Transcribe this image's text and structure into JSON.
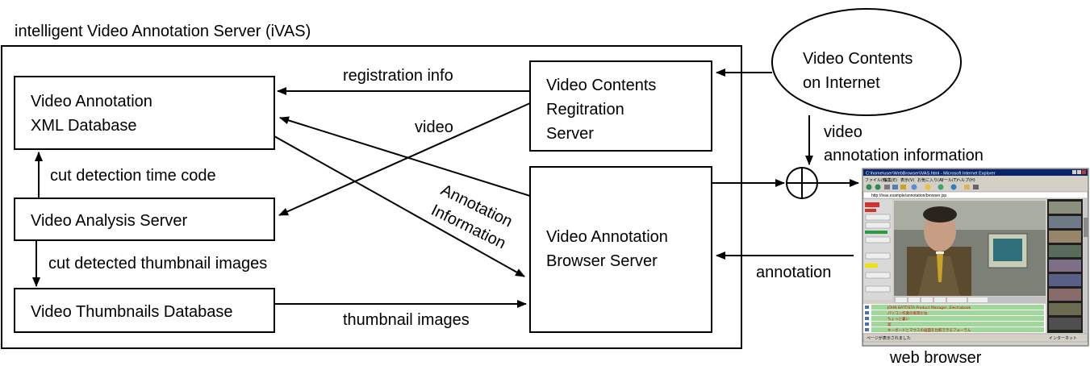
{
  "title": "intelligent Video Annotation Server (iVAS)",
  "boxes": {
    "xml_db": [
      "Video Annotation",
      "XML Database"
    ],
    "registration": [
      "Video Contents",
      "Regitration",
      "Server"
    ],
    "analysis": [
      "Video Analysis Server"
    ],
    "browser_server": [
      "Video Annotation",
      "Browser Server"
    ],
    "thumbnails_db": [
      "Video Thumbnails Database"
    ],
    "internet": [
      "Video Contents",
      "on Internet"
    ]
  },
  "edge_labels": {
    "registration_info": "registration info",
    "video": "video",
    "cut_detection": "cut detection time code",
    "cut_thumbnails": "cut detected thumbnail images",
    "annotation_info": [
      "Annotation",
      "Information"
    ],
    "thumbnail_images": "thumbnail images",
    "internet_video": [
      "video",
      "annotation information"
    ],
    "annotation": "annotation"
  },
  "web_browser_label": "web browser",
  "browser_window": {
    "window_title": "C:\\home\\user\\WebBrowser\\iVAS.html - Microsoft Internet Explorer",
    "menu_items": [
      "ファイル(F)",
      "編集(E)",
      "表示(V)",
      "お気に入り(A)",
      "ツール(T)",
      "ヘルプ(H)"
    ],
    "address": "http://ivas.example/annotation/browser.jsp",
    "annotations": [
      "JOHN BATTISTA Product Manager, Electrabook",
      "パソコン作業の風景だね",
      "ちょっと暑い",
      "実",
      "キーボードとマウスの画面を比較できるフォーラム"
    ],
    "status_text": "ページが表示されました",
    "status_zone": "インターネット"
  }
}
